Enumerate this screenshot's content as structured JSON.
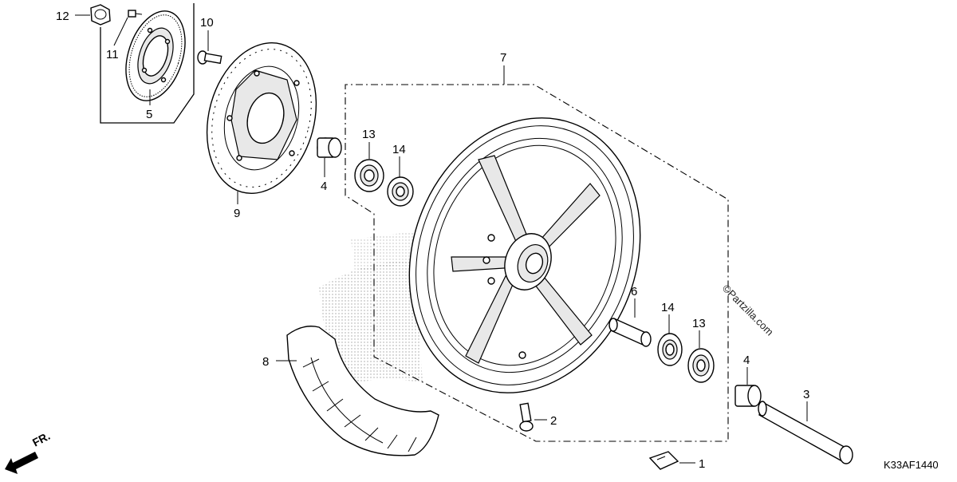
{
  "diagram": {
    "callouts": [
      {
        "id": "p1",
        "text": "1"
      },
      {
        "id": "p2",
        "text": "2"
      },
      {
        "id": "p3",
        "text": "3"
      },
      {
        "id": "p4a",
        "text": "4"
      },
      {
        "id": "p4b",
        "text": "4"
      },
      {
        "id": "p5",
        "text": "5"
      },
      {
        "id": "p6",
        "text": "6"
      },
      {
        "id": "p7",
        "text": "7"
      },
      {
        "id": "p8",
        "text": "8"
      },
      {
        "id": "p9",
        "text": "9"
      },
      {
        "id": "p10",
        "text": "10"
      },
      {
        "id": "p11",
        "text": "11"
      },
      {
        "id": "p12",
        "text": "12"
      },
      {
        "id": "p13a",
        "text": "13"
      },
      {
        "id": "p13b",
        "text": "13"
      },
      {
        "id": "p14a",
        "text": "14"
      },
      {
        "id": "p14b",
        "text": "14"
      }
    ],
    "watermark": "©Partzilla.com",
    "diagram_code": "K33AF1440",
    "direction_label": "FR."
  }
}
